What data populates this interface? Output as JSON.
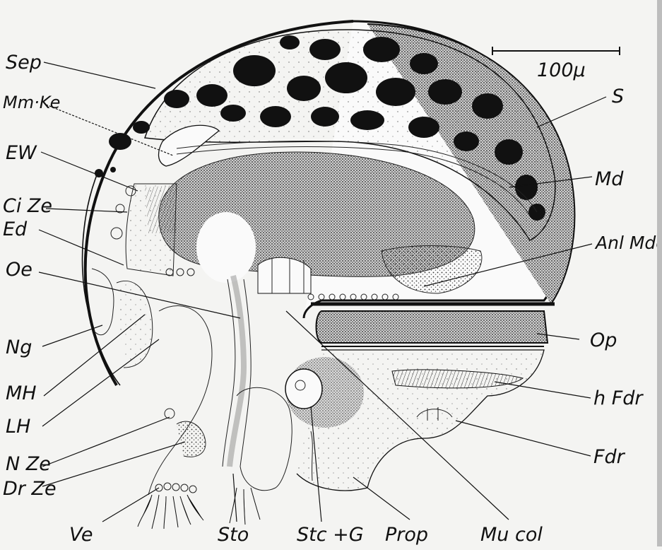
{
  "scale_bar": {
    "label": "100μ"
  },
  "labels": {
    "left": [
      "Sep",
      "Mm·Ke",
      "EW",
      "Ci Ze",
      "Ed",
      "Oe",
      "Ng",
      "MH",
      "LH",
      "N Ze",
      "Dr Ze"
    ],
    "right": [
      "S",
      "Md",
      "Anl Mddr",
      "Op",
      "h Fdr",
      "Fdr"
    ],
    "bottom": [
      "Ve",
      "Sto",
      "Stc +G",
      "Prop",
      "Mu col"
    ]
  }
}
